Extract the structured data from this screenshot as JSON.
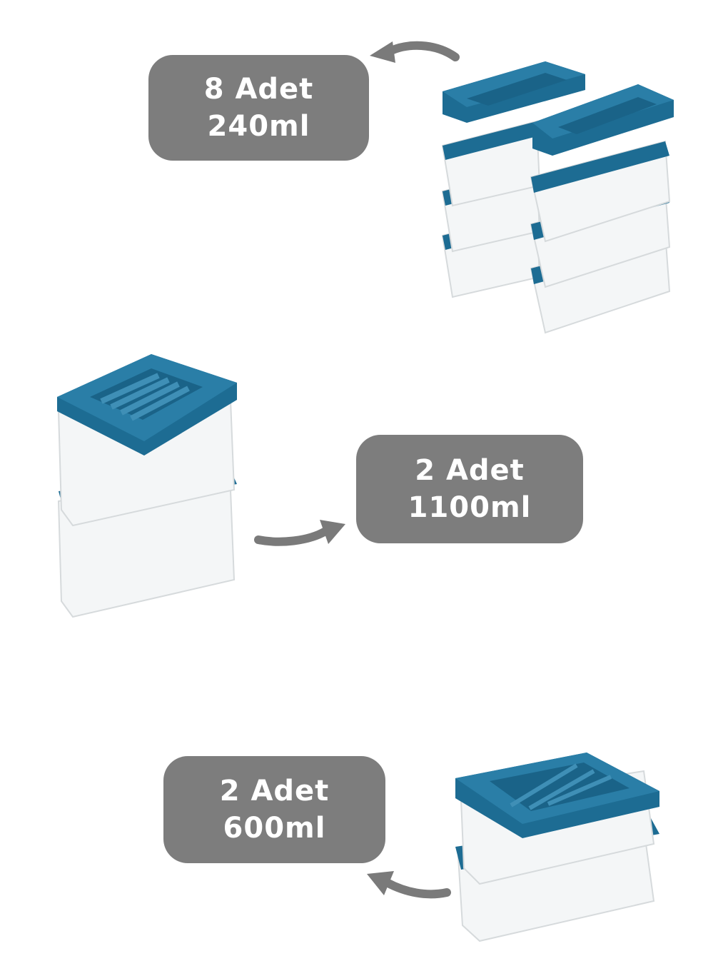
{
  "groups": [
    {
      "count_label": "8 Adet",
      "volume_label": "240ml",
      "image": "small-containers-stack-icon",
      "arrow": "curved-arrow-left-icon"
    },
    {
      "count_label": "2 Adet",
      "volume_label": "1100ml",
      "image": "tall-containers-stack-icon",
      "arrow": "curved-arrow-right-icon"
    },
    {
      "count_label": "2 Adet",
      "volume_label": "600ml",
      "image": "flat-containers-stack-icon",
      "arrow": "curved-arrow-left-icon"
    }
  ],
  "colors": {
    "label_background": "#7d7d7d",
    "label_text": "#ffffff",
    "lid_blue": "#1d6c93",
    "lid_dark": "#134e6c",
    "arrow_gray": "#7a7a7a",
    "container_clear": "#f2f4f5"
  }
}
